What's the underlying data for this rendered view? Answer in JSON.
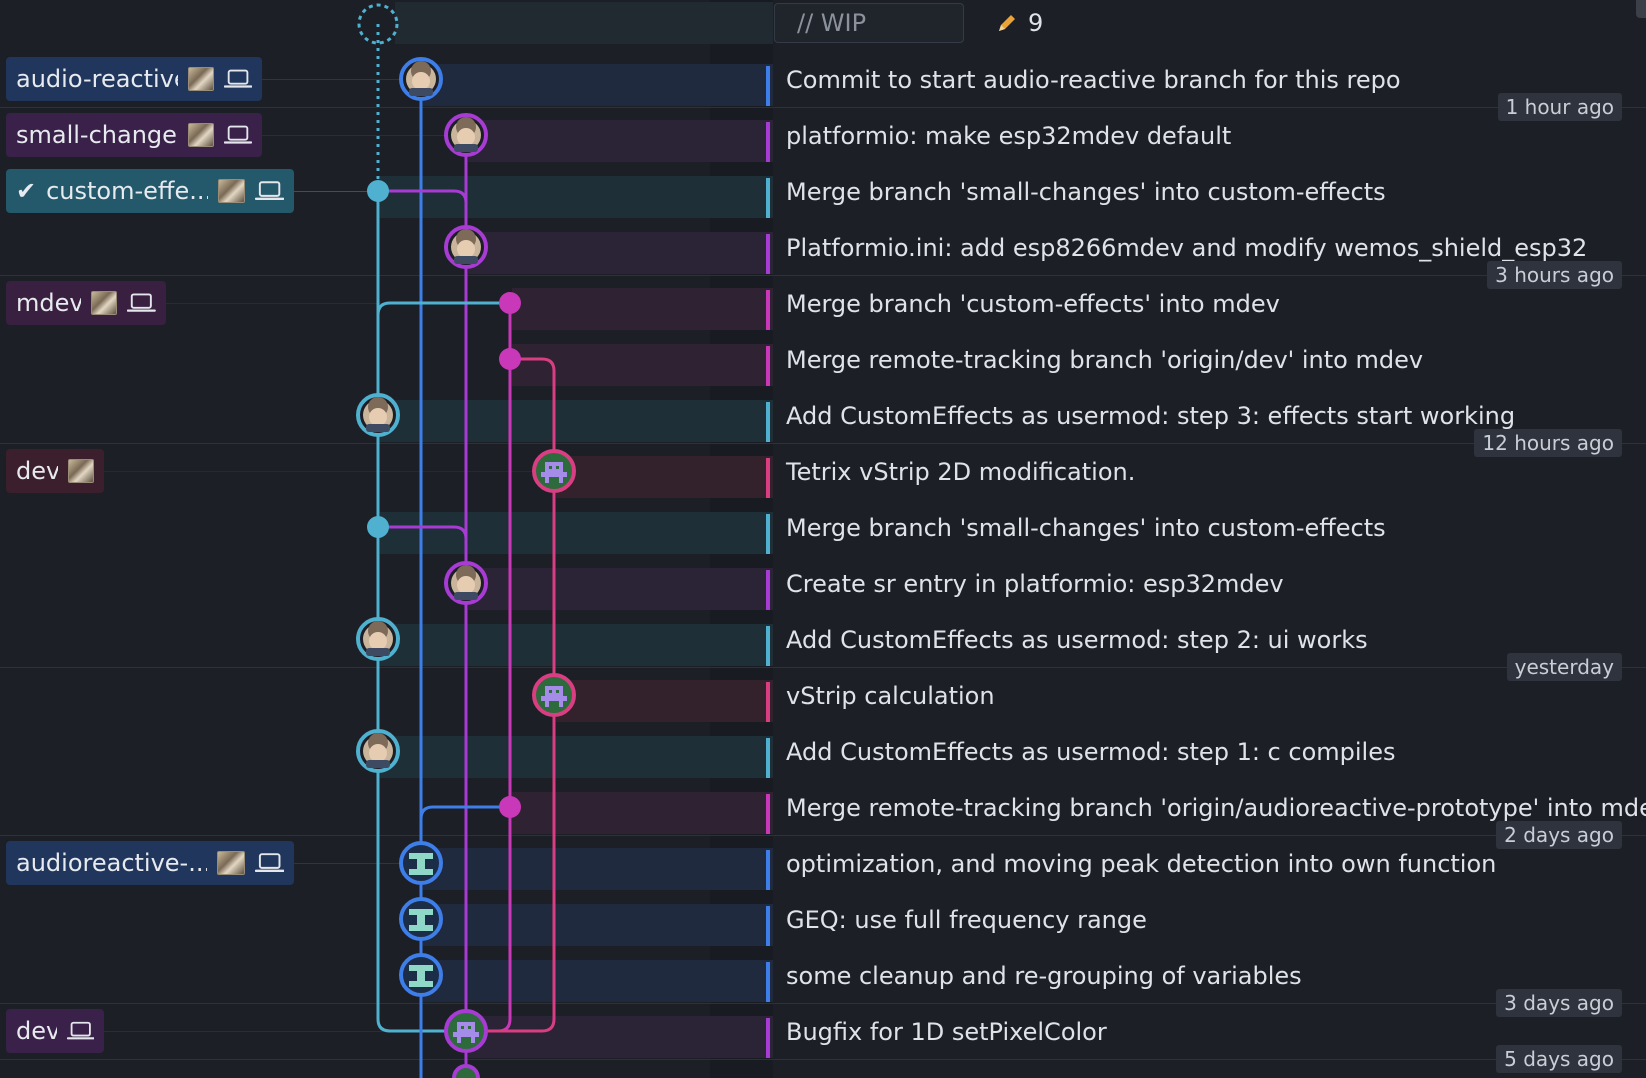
{
  "wip": {
    "placeholder": "// WIP",
    "count": "9"
  },
  "colors": {
    "teal": "#4fb0d0",
    "blue": "#3e7ee8",
    "purple": "#a83bd4",
    "magenta": "#c938b8",
    "pink": "#d93e83"
  },
  "branches": [
    {
      "label": "audio-reactive",
      "lane": "blue",
      "checked": false,
      "laptop": true,
      "thumb": true
    },
    {
      "label": "small-changes",
      "lane": "purple",
      "checked": false,
      "laptop": true,
      "thumb": true
    },
    {
      "label": "custom-effe...",
      "lane": "teal",
      "checked": true,
      "laptop": true,
      "thumb": true
    },
    {
      "label": "mdev",
      "lane": "magenta",
      "checked": false,
      "laptop": true,
      "thumb": true
    },
    {
      "label": "dev",
      "lane": "pink",
      "checked": false,
      "laptop": false,
      "thumb": true
    },
    {
      "label": "audioreactive-...",
      "lane": "blue",
      "checked": false,
      "laptop": true,
      "thumb": true
    },
    {
      "label": "dev",
      "lane": "purple",
      "checked": false,
      "laptop": true,
      "thumb": false
    }
  ],
  "commits": [
    {
      "message": "Commit to start audio-reactive branch for this repo",
      "lane": "blue"
    },
    {
      "message": "platformio: make esp32mdev default",
      "lane": "purple"
    },
    {
      "message": "Merge branch 'small-changes' into custom-effects",
      "lane": "teal"
    },
    {
      "message": "Platformio.ini: add esp8266mdev and modify wemos_shield_esp32",
      "lane": "purple"
    },
    {
      "message": "Merge branch 'custom-effects' into mdev",
      "lane": "magenta"
    },
    {
      "message": "Merge remote-tracking branch 'origin/dev' into mdev",
      "lane": "magenta"
    },
    {
      "message": "Add CustomEffects as usermod: step 3: effects start working",
      "lane": "teal"
    },
    {
      "message": "Tetrix vStrip 2D modification.",
      "lane": "pink"
    },
    {
      "message": "Merge branch 'small-changes' into custom-effects",
      "lane": "teal"
    },
    {
      "message": "Create sr entry in platformio: esp32mdev",
      "lane": "purple"
    },
    {
      "message": "Add CustomEffects as usermod: step 2: ui works",
      "lane": "teal"
    },
    {
      "message": "vStrip calculation",
      "lane": "pink"
    },
    {
      "message": "Add CustomEffects as usermod: step 1: c compiles",
      "lane": "teal"
    },
    {
      "message": "Merge remote-tracking branch 'origin/audioreactive-prototype' into mdev",
      "lane": "magenta"
    },
    {
      "message": "optimization, and moving peak detection into own function",
      "lane": "blue"
    },
    {
      "message": "GEQ: use full frequency range",
      "lane": "blue"
    },
    {
      "message": "some cleanup and re-grouping of variables",
      "lane": "blue"
    },
    {
      "message": "Bugfix for 1D setPixelColor",
      "lane": "purple"
    }
  ],
  "timestamps": [
    "1 hour ago",
    "3 hours ago",
    "12 hours ago",
    "yesterday",
    "2 days ago",
    "3 days ago",
    "5 days ago"
  ]
}
